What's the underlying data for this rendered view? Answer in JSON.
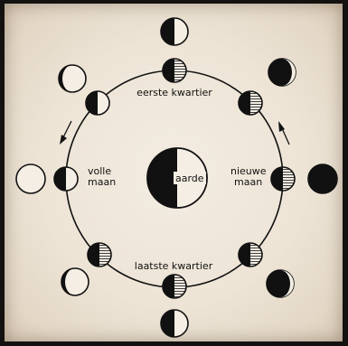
{
  "labels": {
    "first_quarter": "eerste kwartier",
    "last_quarter": "laatste kwartier",
    "full_moon_line1": "volle",
    "full_moon_line2": "maan",
    "new_moon_line1": "nieuwe",
    "new_moon_line2": "maan",
    "earth": "aarde"
  },
  "colors": {
    "ink": "#111111",
    "paper": "#efe7da",
    "frame": "#141210"
  }
}
